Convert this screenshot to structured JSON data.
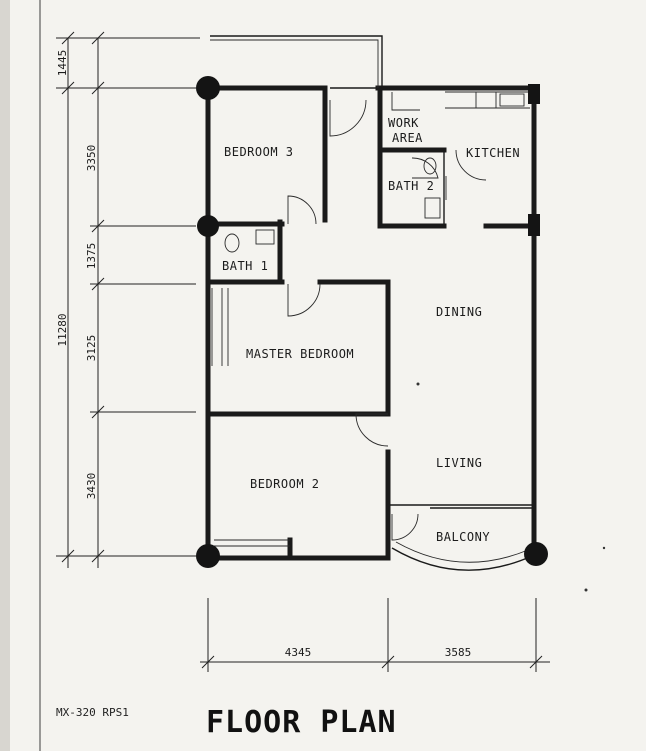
{
  "title": "FLOOR PLAN",
  "drawing_code": "MX-320 RPS1",
  "rooms": {
    "bedroom3": "BEDROOM 3",
    "work_area_line1": "WORK",
    "work_area_line2": "AREA",
    "kitchen": "KITCHEN",
    "bath2": "BATH 2",
    "bath1": "BATH 1",
    "dining": "DINING",
    "master_bedroom": "MASTER BEDROOM",
    "living": "LIVING",
    "bedroom2": "BEDROOM 2",
    "balcony": "BALCONY"
  },
  "dimensions": {
    "vertical_total": "11280",
    "vertical_segments": [
      "1445",
      "3350",
      "1375",
      "3125",
      "3430"
    ],
    "horizontal_segments": [
      "4345",
      "3585"
    ]
  }
}
